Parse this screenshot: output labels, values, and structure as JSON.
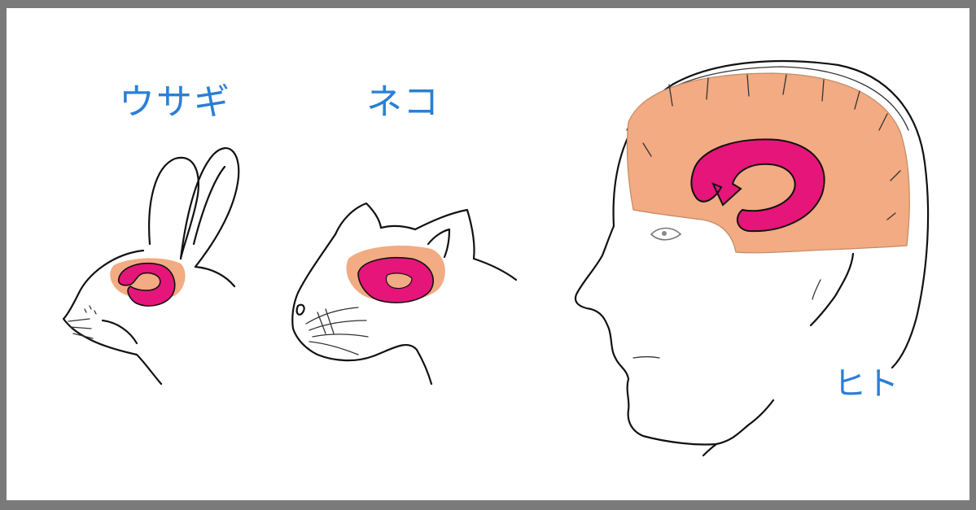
{
  "labels": {
    "rabbit": "ウサギ",
    "cat": "ネコ",
    "human": "ヒト"
  },
  "colors": {
    "frame": "#7a7a7a",
    "label": "#2a7fd4",
    "cortex": "#f2ab82",
    "limbic": "#e6157a",
    "outline": "#111111"
  }
}
